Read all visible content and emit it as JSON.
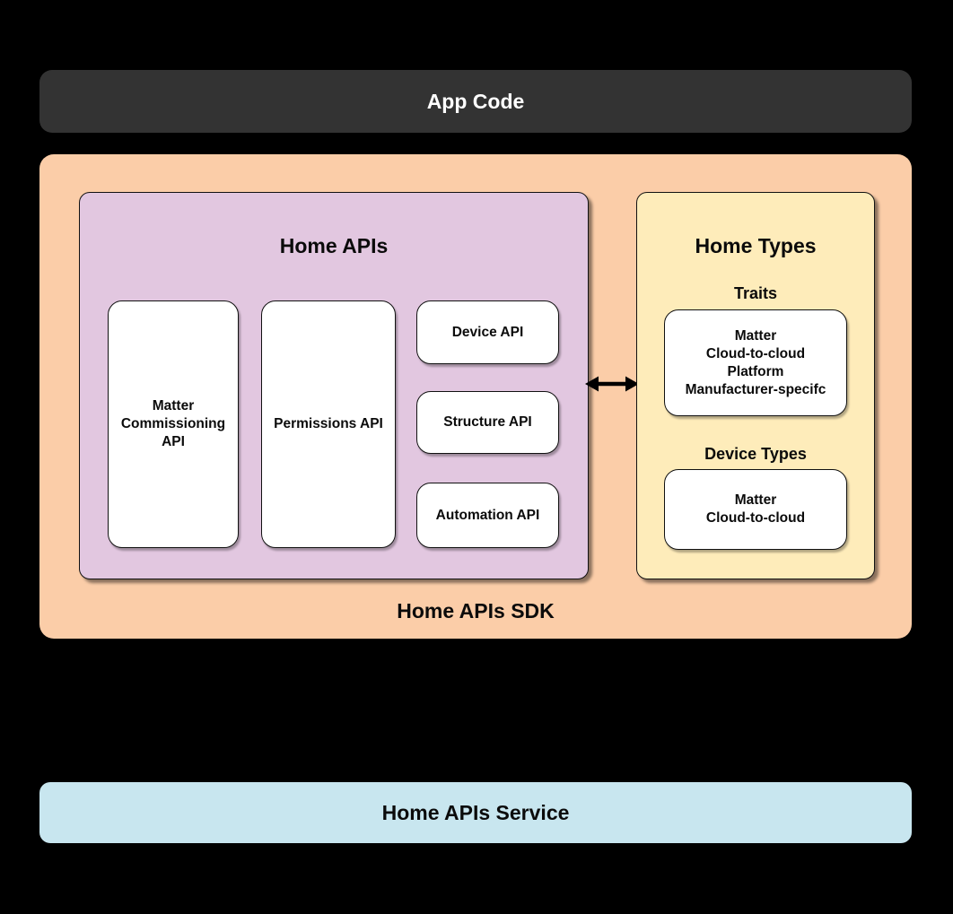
{
  "app_code": {
    "label": "App Code"
  },
  "sdk": {
    "label": "Home APIs SDK",
    "home_apis": {
      "title": "Home APIs",
      "matter_commissioning": "Matter Commissioning API",
      "permissions": "Permissions API",
      "device": "Device API",
      "structure": "Structure API",
      "automation": "Automation API"
    },
    "arrow_icon": "left-right-arrow",
    "home_types": {
      "title": "Home Types",
      "traits_label": "Traits",
      "traits_items": [
        "Matter",
        "Cloud-to-cloud",
        "Platform",
        "Manufacturer-specifc"
      ],
      "device_types_label": "Device Types",
      "device_types_items": [
        "Matter",
        "Cloud-to-cloud"
      ]
    }
  },
  "service": {
    "label": "Home APIs Service"
  },
  "colors": {
    "background": "#000000",
    "app_code_bg": "#333333",
    "app_code_text": "#ffffff",
    "sdk_bg": "#fbcda8",
    "home_apis_bg": "#e2c7e0",
    "home_types_bg": "#feecba",
    "service_bg": "#c8e6ef",
    "box_bg": "#ffffff",
    "border": "#111111",
    "text": "#0b0b0b"
  }
}
